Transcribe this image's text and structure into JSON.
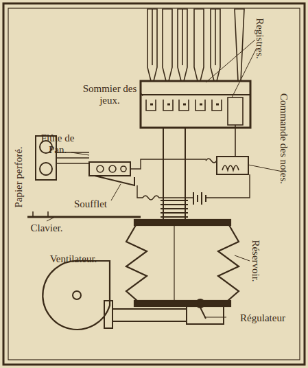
{
  "diagram": {
    "labels": [
      "Registres.",
      "Sommier des jeux.",
      "Flûte de Pan.",
      "Papier perforé.",
      "Commande des notes.",
      "Soufflet",
      "Clavier.",
      "Ventilateur.",
      "Réservoir.",
      "Régulateur"
    ]
  }
}
